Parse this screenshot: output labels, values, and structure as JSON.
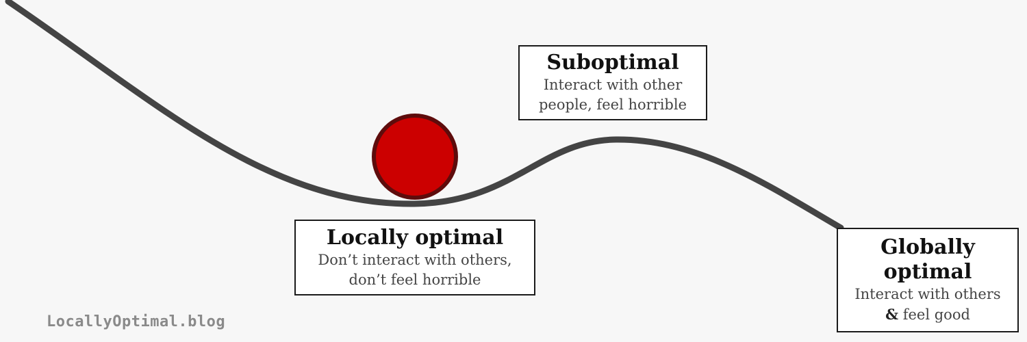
{
  "diagram": {
    "curve_color": "#444444",
    "ball_fill": "#cc0000",
    "ball_stroke": "#5e0c0c"
  },
  "labels": {
    "suboptimal": {
      "title": "Suboptimal",
      "desc_line1": "Interact with other",
      "desc_line2": "people, feel horrible"
    },
    "locally_optimal": {
      "title": "Locally optimal",
      "desc_line1": "Don’t interact with others,",
      "desc_line2": "don’t feel horrible"
    },
    "globally_optimal": {
      "title_line1": "Globally",
      "title_line2": "optimal",
      "desc_line1": "Interact with others",
      "desc_line2_amp": "&",
      "desc_line2_rest": " feel good"
    }
  },
  "watermark": "LocallyOptimal.blog"
}
